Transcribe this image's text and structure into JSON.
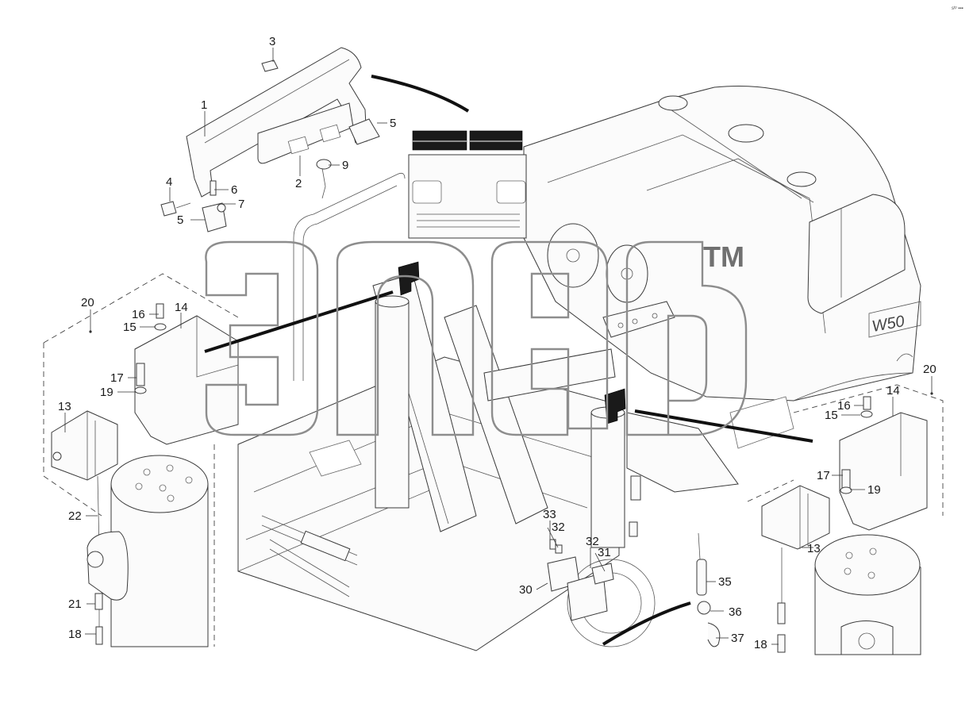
{
  "diagram": {
    "corner_note": "sᵗᵖ ▪▪▪",
    "watermark": {
      "trademark": "TM"
    },
    "model_badge": "W50",
    "callouts": [
      {
        "id": "c3",
        "text": "3"
      },
      {
        "id": "c1",
        "text": "1"
      },
      {
        "id": "c5a",
        "text": "5"
      },
      {
        "id": "c9",
        "text": "9"
      },
      {
        "id": "c2",
        "text": "2"
      },
      {
        "id": "c4",
        "text": "4"
      },
      {
        "id": "c6",
        "text": "6"
      },
      {
        "id": "c7",
        "text": "7"
      },
      {
        "id": "c5b",
        "text": "5"
      },
      {
        "id": "c20a",
        "text": "20"
      },
      {
        "id": "c16a",
        "text": "16"
      },
      {
        "id": "c14a",
        "text": "14"
      },
      {
        "id": "c15a",
        "text": "15"
      },
      {
        "id": "c17a",
        "text": "17"
      },
      {
        "id": "c19a",
        "text": "19"
      },
      {
        "id": "c13a",
        "text": "13"
      },
      {
        "id": "c22",
        "text": "22"
      },
      {
        "id": "c21",
        "text": "21"
      },
      {
        "id": "c18a",
        "text": "18"
      },
      {
        "id": "c20b",
        "text": "20"
      },
      {
        "id": "c14b",
        "text": "14"
      },
      {
        "id": "c16b",
        "text": "16"
      },
      {
        "id": "c15b",
        "text": "15"
      },
      {
        "id": "c17b",
        "text": "17"
      },
      {
        "id": "c19b",
        "text": "19"
      },
      {
        "id": "c13b",
        "text": "13"
      },
      {
        "id": "c18b",
        "text": "18"
      },
      {
        "id": "c33",
        "text": "33"
      },
      {
        "id": "c32a",
        "text": "32"
      },
      {
        "id": "c32b",
        "text": "32"
      },
      {
        "id": "c31",
        "text": "31"
      },
      {
        "id": "c30",
        "text": "30"
      },
      {
        "id": "c35",
        "text": "35"
      },
      {
        "id": "c36",
        "text": "36"
      },
      {
        "id": "c37",
        "text": "37"
      }
    ]
  }
}
